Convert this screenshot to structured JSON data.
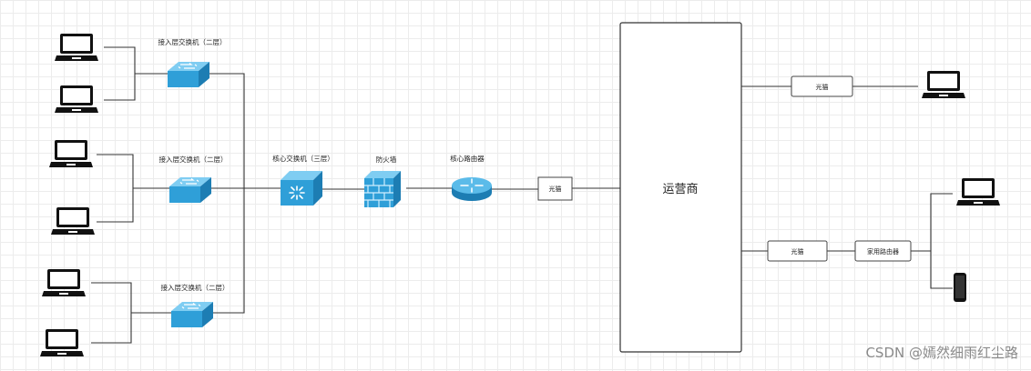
{
  "diagram": {
    "access_switch_label": "接入层交换机（二层）",
    "core_switch_label": "核心交换机（三层）",
    "firewall_label": "防火墙",
    "core_router_label": "核心路由器",
    "isp_label": "运营商",
    "optical_modem_label": "光猫",
    "home_router_label": "家用路由器"
  },
  "icons": {
    "laptop": "laptop-icon",
    "switch": "switch-icon",
    "core_switch": "core-switch-icon",
    "firewall": "firewall-icon",
    "router": "router-icon",
    "phone": "phone-icon"
  },
  "colors": {
    "device_blue": "#3fa4dc",
    "device_top": "#76c6ee",
    "line": "#333333",
    "box_border": "#444444"
  },
  "watermark": "CSDN @嫣然细雨红尘路"
}
